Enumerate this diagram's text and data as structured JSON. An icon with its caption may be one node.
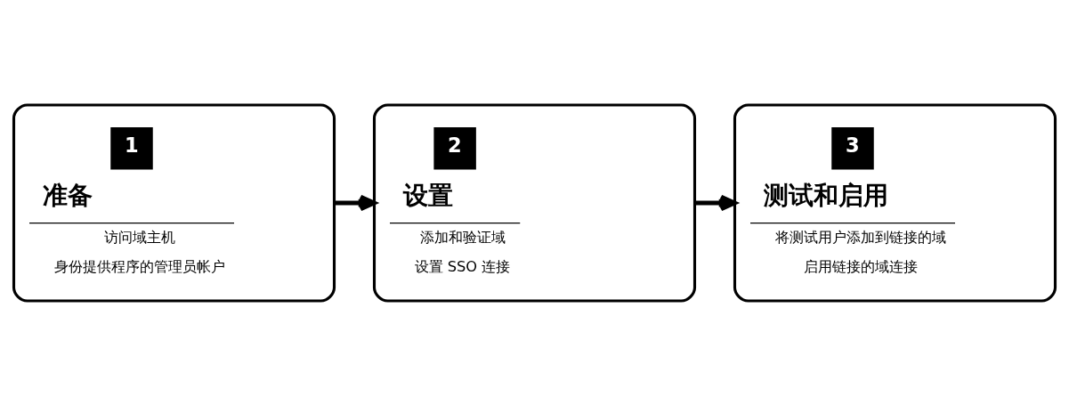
{
  "diagram": {
    "nodes": [
      {
        "text": [
          "1",
          "准备",
          "访问域主机",
          "身份提供程序的管理员帐户"
        ]
      },
      {
        "text": [
          "2",
          "设置",
          "添加和验证域",
          "设置 SSO 连接"
        ]
      },
      {
        "text": [
          "3",
          "测试和启用",
          "将测试用户添加到链接的域",
          "启用链接的域连接"
        ]
      }
    ],
    "edges": [
      {
        "from": 0,
        "to": 1,
        "arrow": "to"
      },
      {
        "from": 1,
        "to": 2,
        "arrow": "to"
      }
    ]
  }
}
